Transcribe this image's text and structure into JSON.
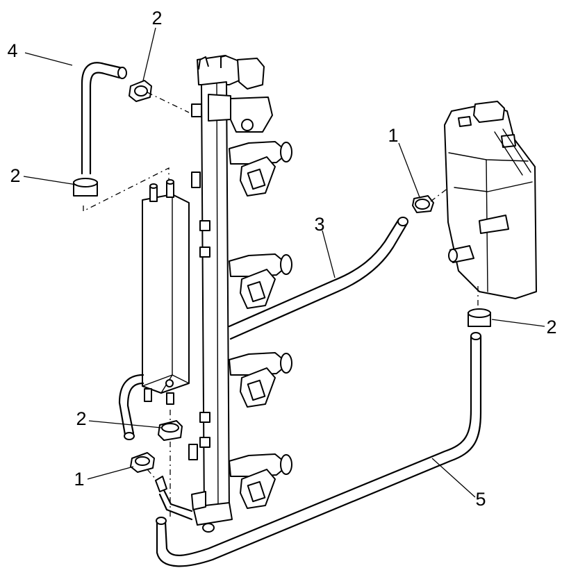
{
  "callouts": [
    {
      "id": "c1a",
      "text": "1"
    },
    {
      "id": "c1b",
      "text": "1"
    },
    {
      "id": "c2a",
      "text": "2"
    },
    {
      "id": "c2b",
      "text": "2"
    },
    {
      "id": "c2c",
      "text": "2"
    },
    {
      "id": "c2d",
      "text": "2"
    },
    {
      "id": "c3",
      "text": "3"
    },
    {
      "id": "c4",
      "text": "4"
    },
    {
      "id": "c5",
      "text": "5"
    }
  ]
}
